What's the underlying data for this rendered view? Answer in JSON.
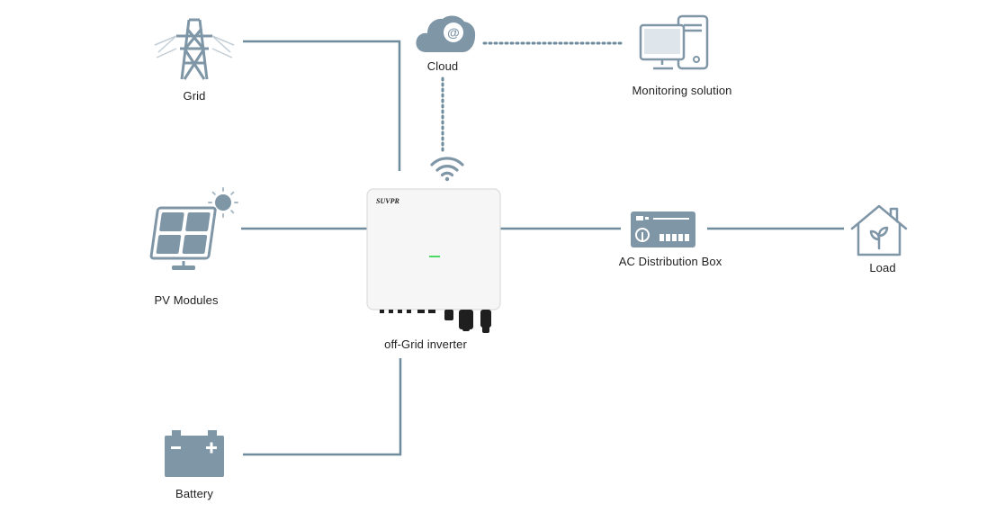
{
  "colors": {
    "icon": "#8ea3b3",
    "icon_dark": "#6f8b9e",
    "line": "#6f8b9e",
    "inverter_body": "#f7f7f7",
    "led": "#4cd964"
  },
  "nodes": {
    "grid": {
      "label": "Grid",
      "icon": "transmission-tower-icon"
    },
    "cloud": {
      "label": "Cloud",
      "icon": "cloud-at-icon"
    },
    "monitoring": {
      "label": "Monitoring solution",
      "icon": "desktop-computer-icon"
    },
    "pv": {
      "label": "PV Modules",
      "icon": "solar-panel-icon"
    },
    "inverter": {
      "label": "off-Grid inverter",
      "brand": "SUVPR",
      "icon": "inverter-icon"
    },
    "ac_box": {
      "label": "AC Distribution Box",
      "icon": "distribution-box-icon"
    },
    "load": {
      "label": "Load",
      "icon": "house-icon"
    },
    "battery": {
      "label": "Battery",
      "icon": "battery-icon"
    }
  },
  "connections": [
    {
      "from": "grid",
      "to": "inverter",
      "style": "solid"
    },
    {
      "from": "pv",
      "to": "inverter",
      "style": "solid"
    },
    {
      "from": "battery",
      "to": "inverter",
      "style": "solid"
    },
    {
      "from": "inverter",
      "to": "ac_box",
      "style": "solid"
    },
    {
      "from": "ac_box",
      "to": "load",
      "style": "solid"
    },
    {
      "from": "inverter",
      "to": "cloud",
      "style": "dotted"
    },
    {
      "from": "cloud",
      "to": "monitoring",
      "style": "dotted"
    }
  ]
}
